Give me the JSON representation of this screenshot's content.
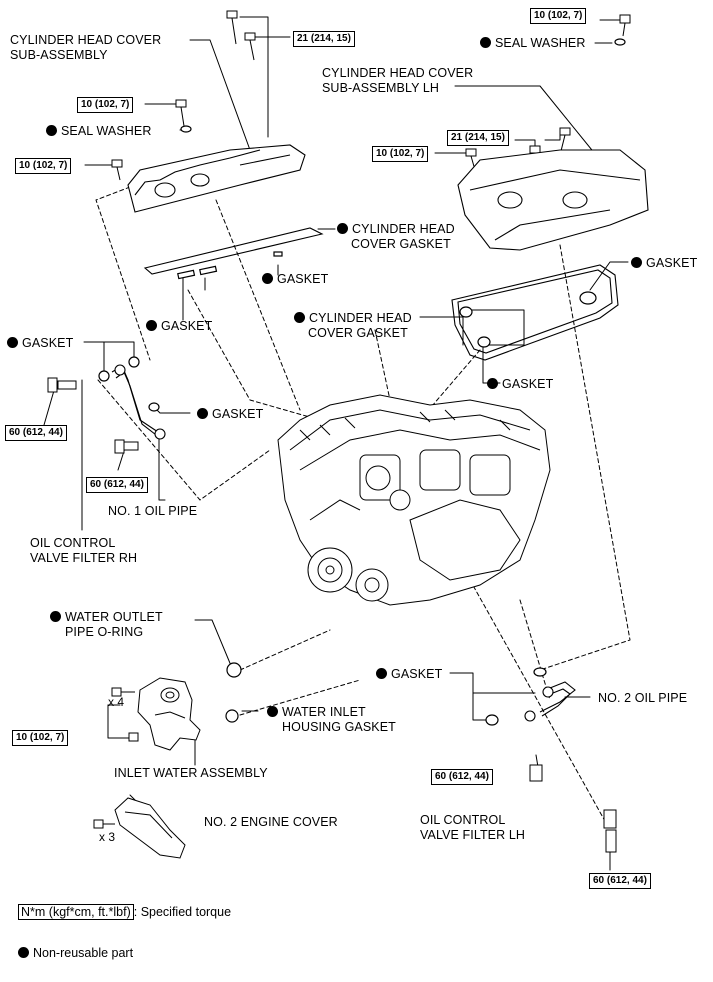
{
  "labels": {
    "cyl_head_cover_sub_assy": [
      "CYLINDER HEAD COVER",
      "SUB-ASSEMBLY"
    ],
    "cyl_head_cover_sub_assy_lh": [
      "CYLINDER HEAD COVER",
      "SUB-ASSEMBLY LH"
    ],
    "seal_washer": "SEAL WASHER",
    "gasket": "GASKET",
    "cyl_head_cover_gasket": [
      "CYLINDER HEAD",
      "COVER GASKET"
    ],
    "no1_oil_pipe": "NO. 1 OIL PIPE",
    "no2_oil_pipe": "NO. 2 OIL PIPE",
    "ocv_filter_rh": [
      "OIL CONTROL",
      "VALVE FILTER RH"
    ],
    "ocv_filter_lh": [
      "OIL CONTROL",
      "VALVE FILTER LH"
    ],
    "water_outlet_oring": [
      "WATER OUTLET",
      "PIPE O-RING"
    ],
    "water_inlet_gasket": [
      "WATER INLET",
      "HOUSING GASKET"
    ],
    "inlet_water_assy": "INLET WATER ASSEMBLY",
    "no2_engine_cover": "NO. 2 ENGINE COVER"
  },
  "torques": {
    "t10": "10 (102, 7)",
    "t21": "21 (214, 15)",
    "t60": "60 (612, 44)"
  },
  "multipliers": {
    "x4": "x 4",
    "x3": "x 3"
  },
  "legend": {
    "torque_unit": "N*m (kgf*cm, ft.*lbf)",
    "torque_desc": ": Specified torque",
    "non_reusable": "Non-reusable part"
  }
}
